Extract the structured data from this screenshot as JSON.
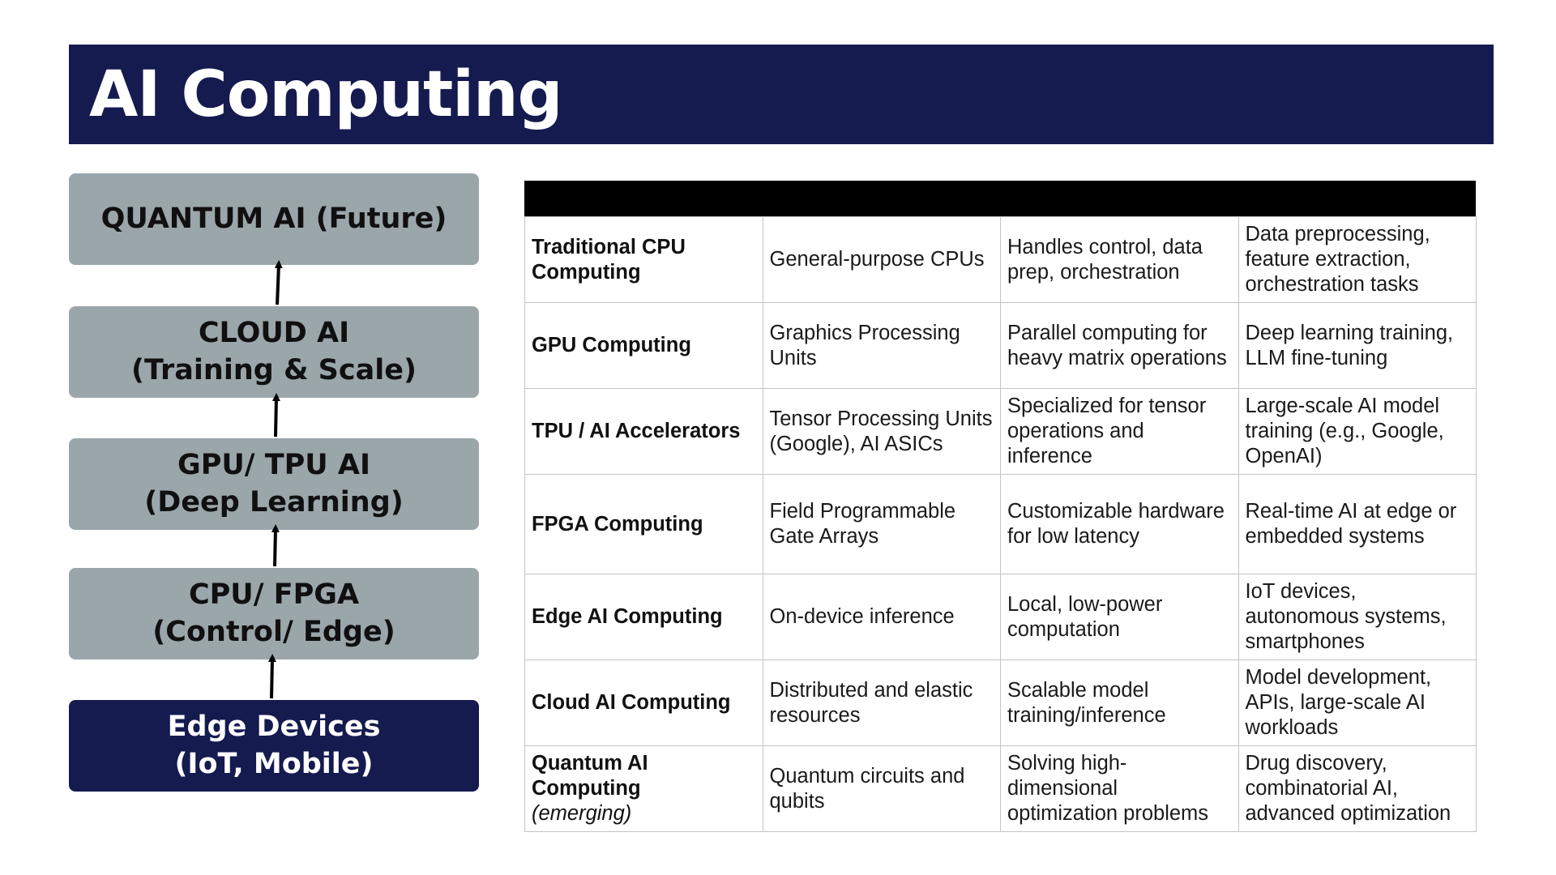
{
  "title": "AI Computing",
  "stack": [
    {
      "label": "QUANTUM AI (Future)"
    },
    {
      "label": "CLOUD AI\n(Training & Scale)"
    },
    {
      "label": "GPU/ TPU AI\n(Deep Learning)"
    },
    {
      "label": "CPU/ FPGA\n(Control/ Edge)"
    },
    {
      "label": "Edge Devices\n(IoT, Mobile)"
    }
  ],
  "table": {
    "rows": [
      {
        "name": "Traditional CPU Computing",
        "note": "",
        "hardware": "General-purpose CPUs",
        "role": "Handles control, data prep, orchestration",
        "use": "Data preprocessing, feature extraction, orchestration tasks"
      },
      {
        "name": "GPU Computing",
        "note": "",
        "hardware": "Graphics Processing Units",
        "role": "Parallel computing for heavy matrix operations",
        "use": "Deep learning training, LLM fine-tuning"
      },
      {
        "name": "TPU / AI Accelerators",
        "note": "",
        "hardware": "Tensor Processing Units (Google), AI ASICs",
        "role": "Specialized for tensor operations and inference",
        "use": "Large-scale AI model training (e.g., Google, OpenAI)"
      },
      {
        "name": "FPGA Computing",
        "note": "",
        "hardware": "Field Programmable Gate Arrays",
        "role": "Customizable hardware for low latency",
        "use": "Real-time AI at edge or embedded systems"
      },
      {
        "name": "Edge AI Computing",
        "note": "",
        "hardware": "On-device inference",
        "role": "Local, low-power computation",
        "use": "IoT devices, autonomous systems, smartphones"
      },
      {
        "name": "Cloud AI Computing",
        "note": "",
        "hardware": "Distributed and elastic resources",
        "role": "Scalable model training/inference",
        "use": "Model development, APIs, large-scale AI workloads"
      },
      {
        "name": "Quantum AI Computing",
        "note": "(emerging)",
        "hardware": "Quantum circuits and qubits",
        "role": "Solving high-dimensional optimization problems",
        "use": "Drug discovery, combinatorial AI, advanced optimization"
      }
    ]
  }
}
